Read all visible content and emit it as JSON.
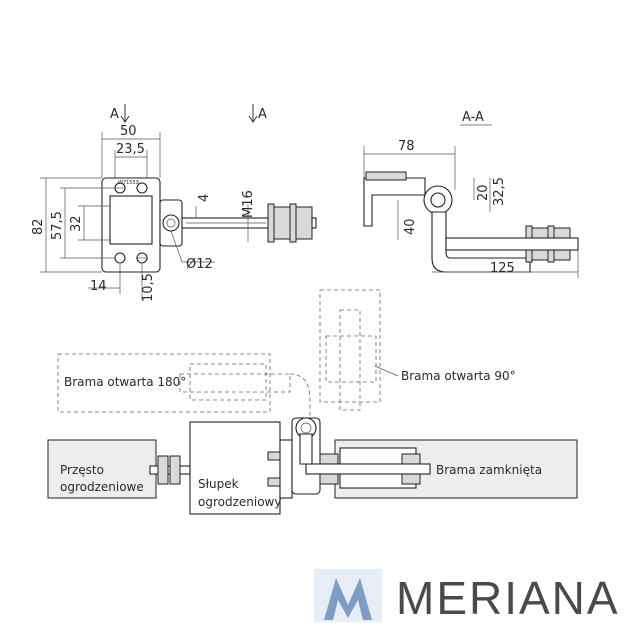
{
  "views": {
    "front": {
      "section_mark_left": "A",
      "section_mark_right": "A",
      "dimensions": {
        "width_50": "50",
        "width_23_5": "23,5",
        "height_82": "82",
        "height_57_5": "57,5",
        "height_32": "32",
        "thread": "M16",
        "gap_4": "4",
        "diameter": "Ø12",
        "offset_14": "14",
        "offset_10_5": "10,5"
      },
      "plate_marking": "W71553"
    },
    "section": {
      "title": "A-A",
      "dimensions": {
        "width_78": "78",
        "height_20": "20",
        "height_32_5": "32,5",
        "height_40": "40",
        "length_125": "125"
      }
    }
  },
  "labels": {
    "open_180": "Brama otwarta 180°",
    "open_90": "Brama otwarta 90°",
    "closed": "Brama zamknięta",
    "span_line1": "Przęsto",
    "span_line2": "ogrodzeniowe",
    "post_line1": "Słupek",
    "post_line2": "ogrodzeniowy"
  },
  "brand": {
    "name": "MERIANA",
    "logo_color": "#7f9cc4"
  }
}
